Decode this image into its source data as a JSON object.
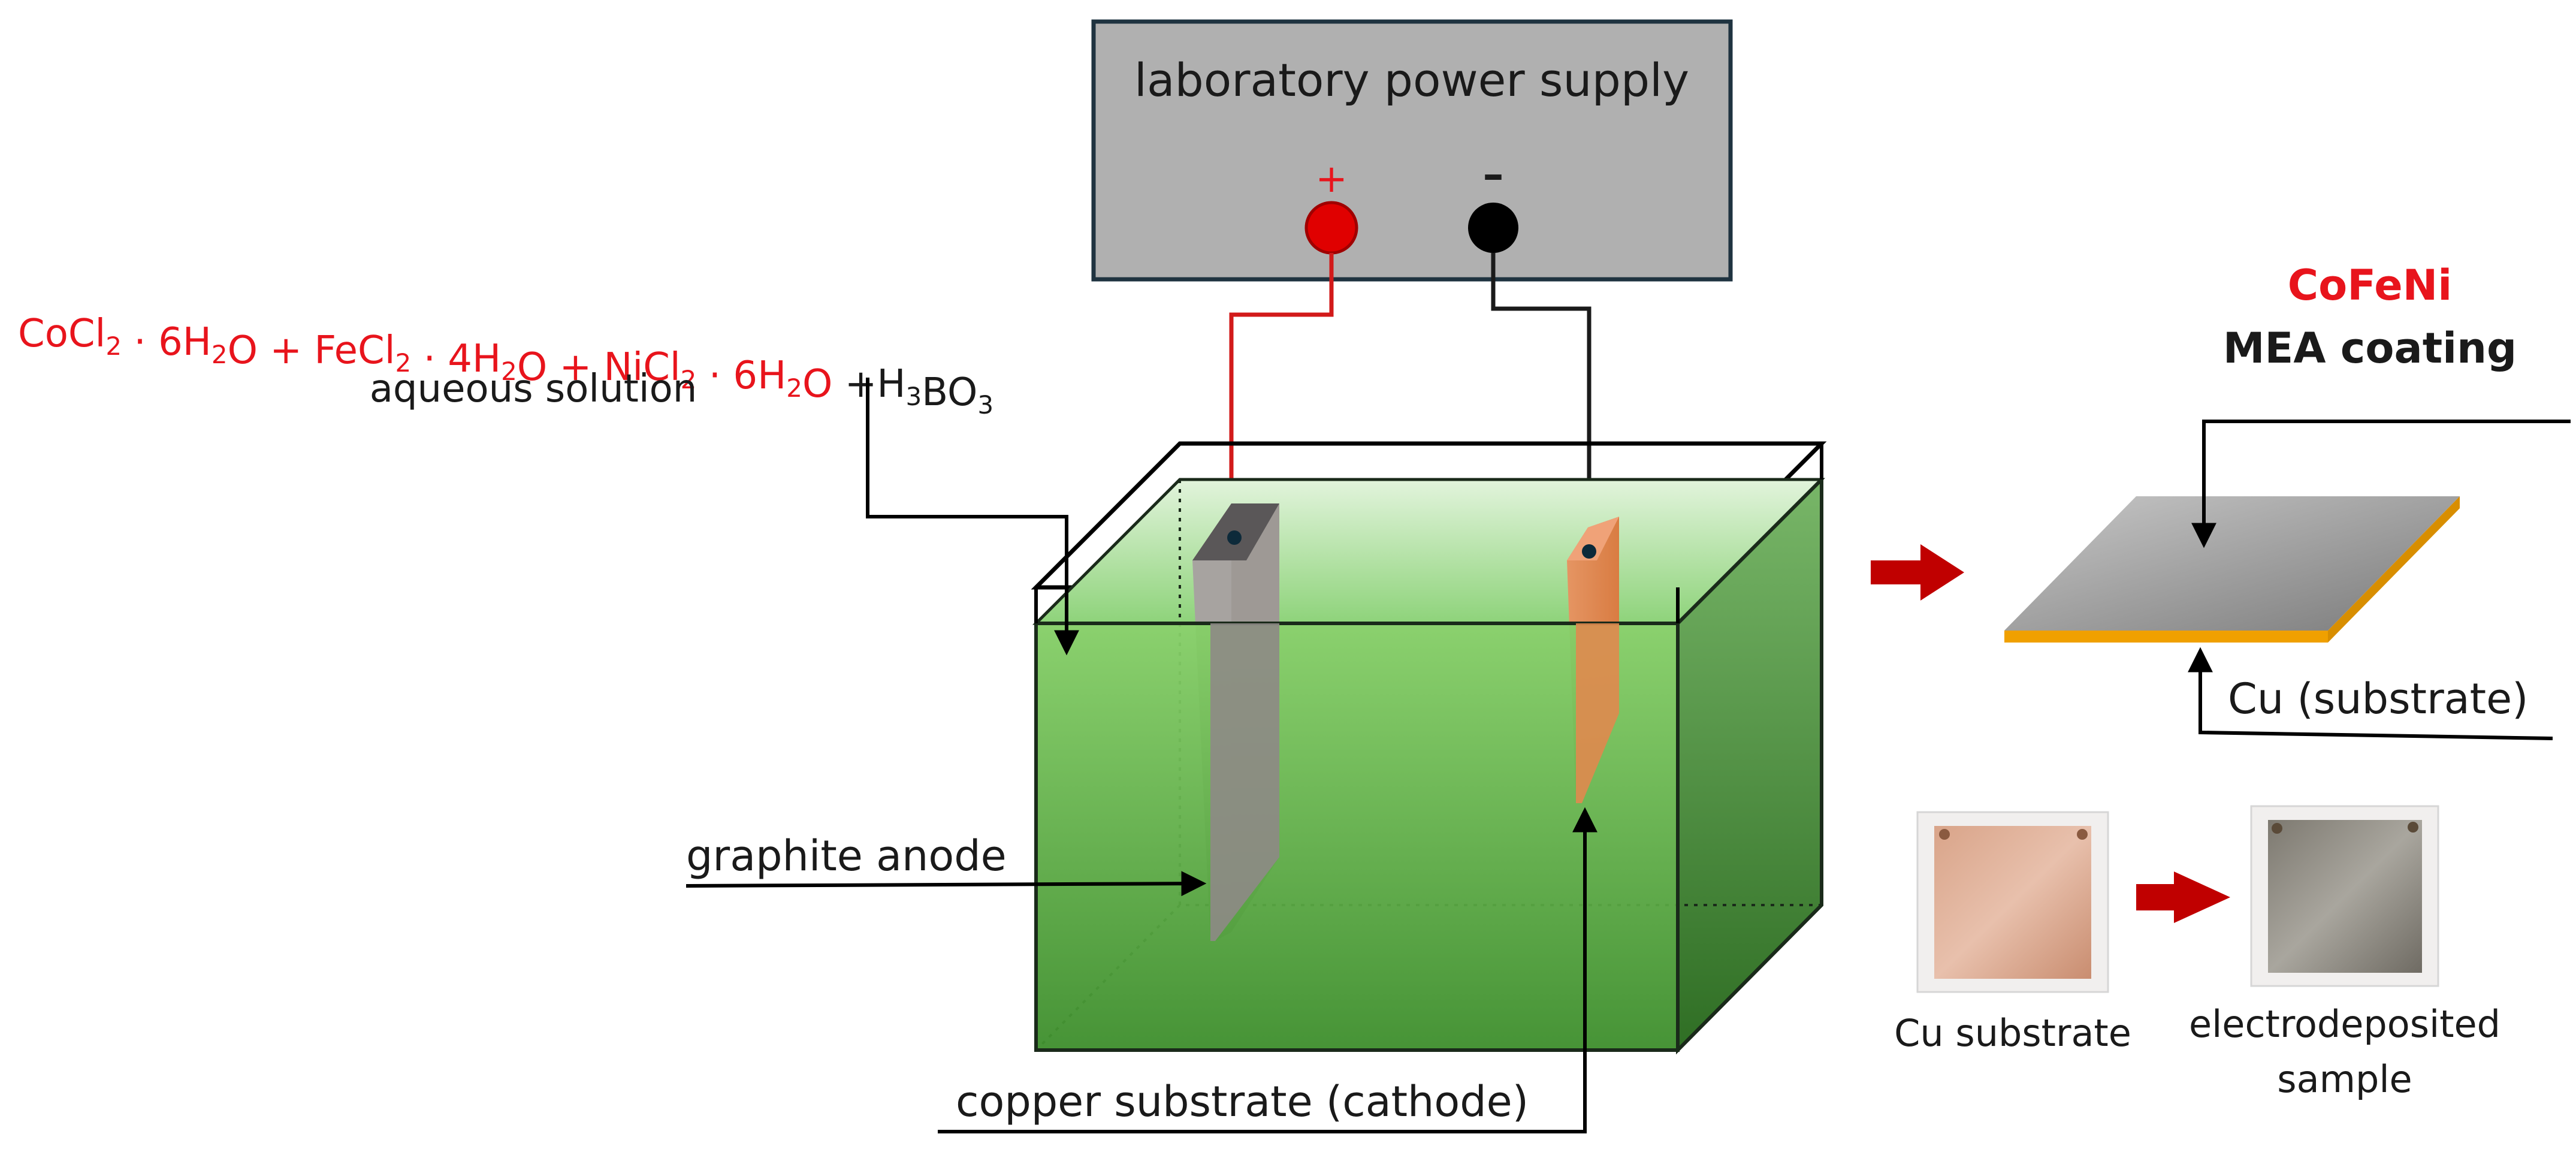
{
  "power_supply": {
    "title": "laboratory power supply",
    "plus_symbol": "+",
    "minus_symbol": "–"
  },
  "solution": {
    "formula_parts": [
      {
        "text": "CoCl",
        "sub": "2",
        "color": "red"
      },
      {
        "text": " · 6H",
        "sub": "2",
        "color": "red"
      },
      {
        "text": "O + FeCl",
        "sub": "2",
        "color": "red"
      },
      {
        "text": " · 4H",
        "sub": "2",
        "color": "red"
      },
      {
        "text": "O + NiCl",
        "sub": "2",
        "color": "red"
      },
      {
        "text": " · 6H",
        "sub": "2",
        "color": "red"
      },
      {
        "text": "O ",
        "sub": "",
        "color": "red"
      },
      {
        "text": "+H",
        "sub": "3",
        "color": "black"
      },
      {
        "text": "BO",
        "sub": "3",
        "color": "black"
      }
    ],
    "caption": "aqueous solution"
  },
  "labels": {
    "anode": "graphite anode",
    "cathode": "copper substrate (cathode)"
  },
  "coating": {
    "title_red": "CoFeNi",
    "title_black": "MEA coating",
    "substrate_label": "Cu (substrate)"
  },
  "photos": {
    "before_caption": "Cu substrate",
    "after_caption_line1": "electrodeposited",
    "after_caption_line2": "sample"
  },
  "colors": {
    "red_text": "#e8141c",
    "solution_green": "#5cb85c",
    "arrow_red": "#c00000",
    "psu_gray": "#b0b0b0",
    "copper": "#e08a4f",
    "coating_orange": "#f0a000"
  }
}
